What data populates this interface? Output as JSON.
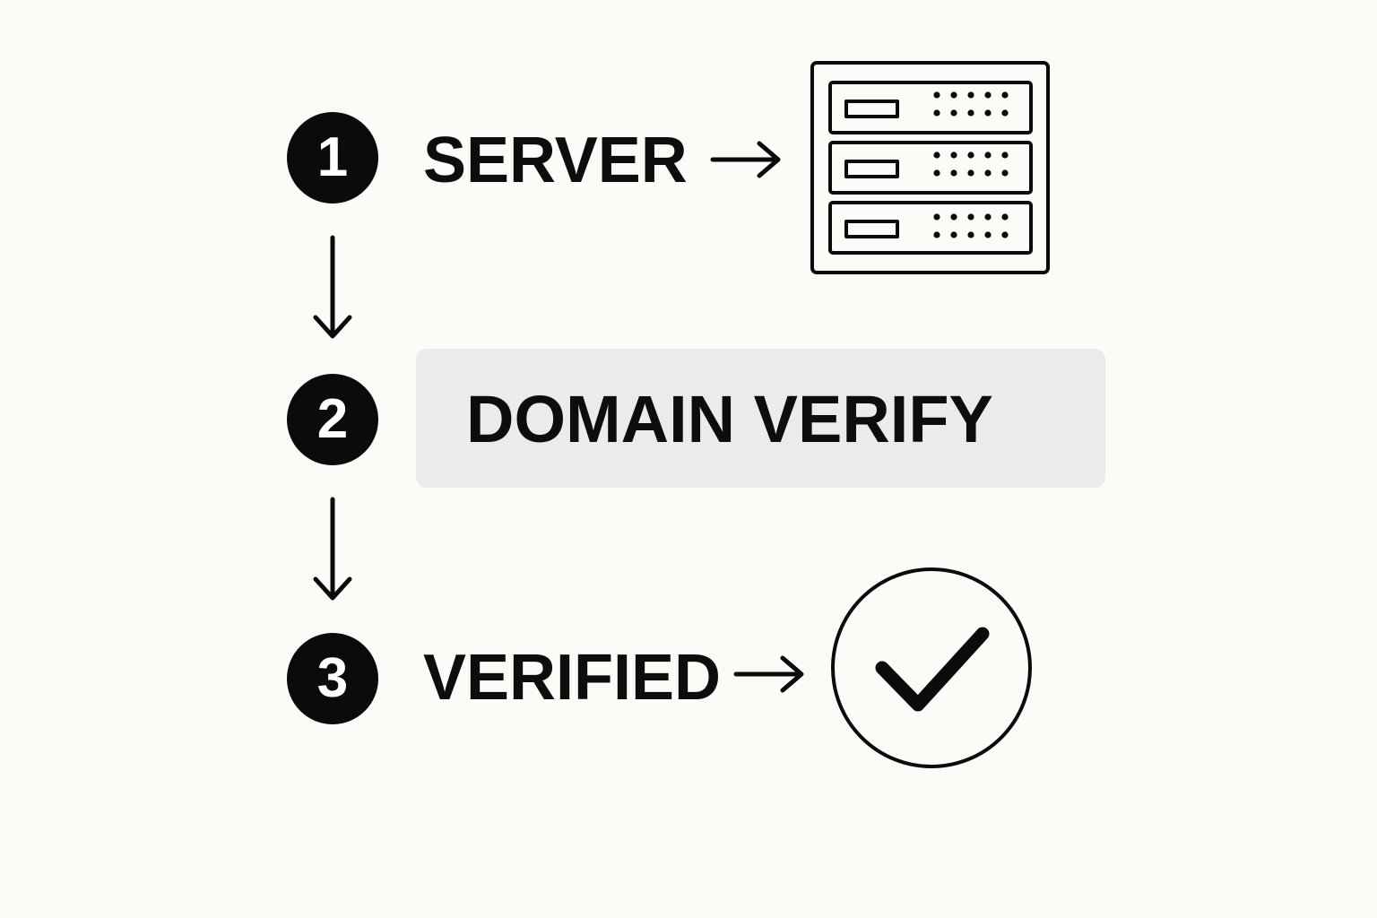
{
  "steps": [
    {
      "number": "1",
      "label": "SERVER",
      "icon": "server-rack-icon"
    },
    {
      "number": "2",
      "label": "DOMAIN VERIFY",
      "highlight_color": "#ebebeb"
    },
    {
      "number": "3",
      "label": "VERIFIED",
      "icon": "check-circle-icon"
    }
  ],
  "colors": {
    "background": "#fcfbf7",
    "ink": "#0b0b0b",
    "badge_text": "#ffffff"
  }
}
